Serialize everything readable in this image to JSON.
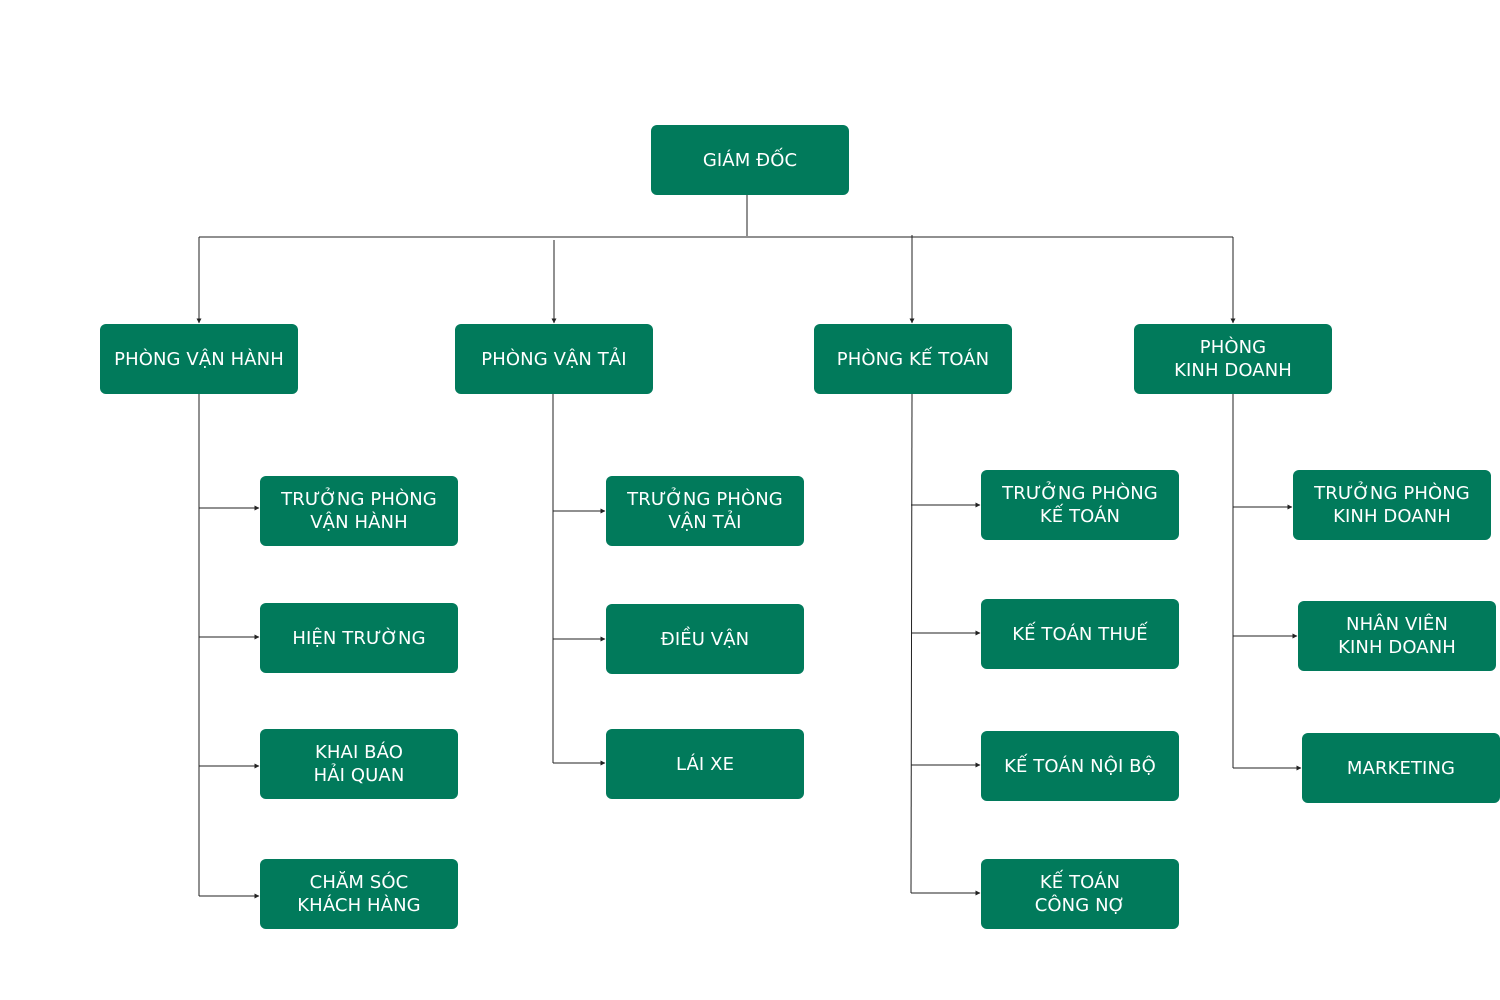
{
  "colors": {
    "box_fill": "#017a5b",
    "box_text": "#ffffff",
    "connector": "#222222",
    "background": "#ffffff"
  },
  "root": {
    "label": "GIÁM ĐỐC"
  },
  "departments": [
    {
      "label": "PHÒNG VẬN HÀNH",
      "children": [
        "TRƯỞNG PHÒNG\nVẬN HÀNH",
        "HIỆN TRƯỜNG",
        "KHAI BÁO\nHẢI QUAN",
        "CHĂM SÓC\nKHÁCH HÀNG"
      ]
    },
    {
      "label": "PHÒNG VẬN TẢI",
      "children": [
        "TRƯỞNG PHÒNG\nVẬN TẢI",
        "ĐIỀU VẬN",
        "LÁI XE"
      ]
    },
    {
      "label": "PHÒNG KẾ TOÁN",
      "children": [
        "TRƯỞNG PHÒNG\nKẾ TOÁN",
        "KẾ TOÁN THUẾ",
        "KẾ TOÁN NỘI BỘ",
        "KẾ TOÁN\nCÔNG NỢ"
      ]
    },
    {
      "label": "PHÒNG\nKINH DOANH",
      "children": [
        "TRƯỞNG PHÒNG\nKINH DOANH",
        "NHÂN VIÊN\nKINH DOANH",
        "MARKETING"
      ]
    }
  ]
}
